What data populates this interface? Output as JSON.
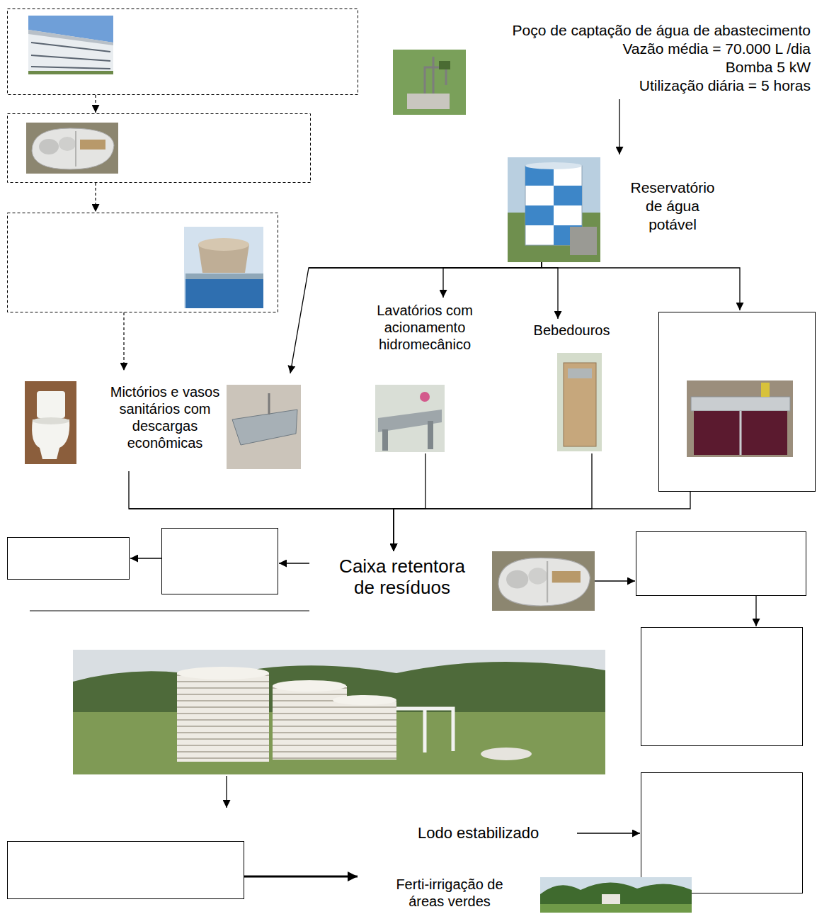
{
  "diagram": {
    "nodes": [
      {
        "text": [
          "Poço de captação de água de abastecimento",
          "Vazão média = 70.000 L /dia",
          "Bomba 5 kW",
          "Utilização diária = 5 horas"
        ]
      },
      {
        "text": [
          "Reservatório de água potável"
        ]
      },
      {
        "text": [
          "Mictórios e vasos sanitários com descargas econômicas"
        ]
      },
      {
        "text": [
          "Lavatórios com acionamento hidromecânico"
        ]
      },
      {
        "text": [
          "Bebedouros"
        ]
      },
      {
        "text": [
          "Caixa retentora de resíduos"
        ]
      },
      {
        "text": [
          "Lodo estabilizado"
        ]
      },
      {
        "text": [
          "Ferti-irrigação de áreas verdes"
        ]
      }
    ],
    "edges": [
      {
        "from": 0,
        "to": 1,
        "arrow": "to"
      },
      {
        "from": 1,
        "to": 2,
        "arrow": "to"
      },
      {
        "from": 1,
        "to": 3,
        "arrow": "to"
      },
      {
        "from": 1,
        "to": 4,
        "arrow": "to"
      },
      {
        "from": 2,
        "to": 5,
        "arrow": "to"
      },
      {
        "from": 3,
        "to": 5,
        "arrow": "to"
      },
      {
        "from": 4,
        "to": 5,
        "arrow": "to"
      }
    ]
  }
}
